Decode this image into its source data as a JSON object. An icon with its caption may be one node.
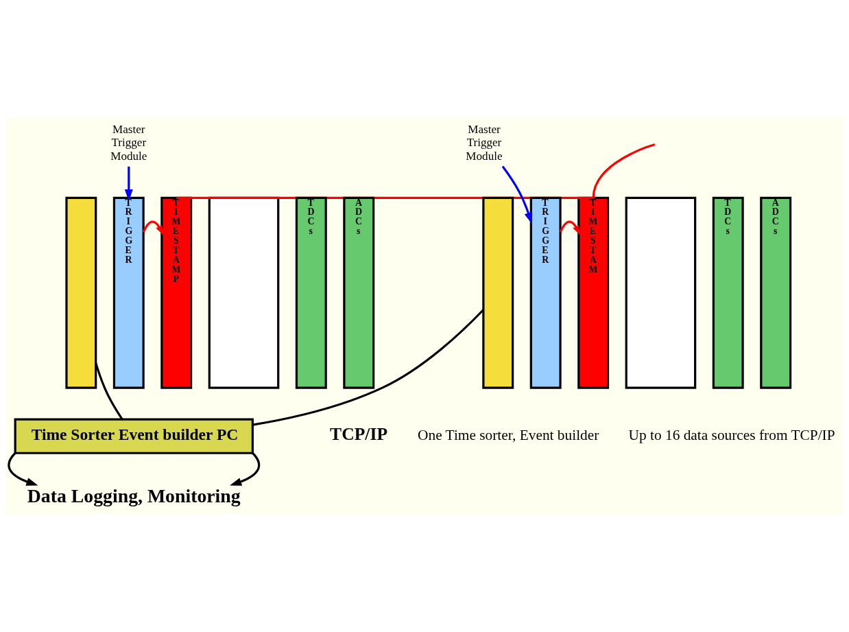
{
  "diagram": {
    "nodes": [
      {
        "text": [
          "Master Trigger Module"
        ]
      },
      {
        "text": [],
        "shape": "box"
      },
      {
        "text": [
          "TRIGGER"
        ]
      },
      {
        "text": [
          "TIMESTAMP"
        ]
      },
      {
        "text": [],
        "shape": "box"
      },
      {
        "text": [
          "TDCs"
        ]
      },
      {
        "text": [
          "ADCs"
        ]
      },
      {
        "text": [
          "Master Trigger Module"
        ]
      },
      {
        "text": [],
        "shape": "box"
      },
      {
        "text": [
          "TRIGGER"
        ]
      },
      {
        "text": [
          "TIMESTAM"
        ]
      },
      {
        "text": [],
        "shape": "box"
      },
      {
        "text": [
          "TDCs"
        ]
      },
      {
        "text": [
          "ADCs"
        ]
      },
      {
        "text": [
          "Time Sorter Event builder PC"
        ]
      },
      {
        "text": [
          "Data Logging, Monitoring"
        ]
      }
    ],
    "edges": [
      {
        "from": 0,
        "to": 2,
        "arrow": "to",
        "color": "#0000ff"
      },
      {
        "from": 2,
        "to": 3,
        "arrow": "to",
        "color": "#ff0000"
      },
      {
        "from": 3,
        "to": 10,
        "arrow": "none",
        "color": "#ff0000"
      },
      {
        "from": 10,
        "to": null,
        "arrow": "none",
        "color": "#ff0000"
      },
      {
        "from": 7,
        "to": 9,
        "arrow": "to",
        "color": "#0000ff"
      },
      {
        "from": 9,
        "to": 10,
        "arrow": "to",
        "color": "#ff0000"
      },
      {
        "from": 1,
        "to": 14,
        "arrow": "none",
        "color": "#000000"
      },
      {
        "from": 8,
        "to": 14,
        "arrow": "none",
        "color": "#000000"
      },
      {
        "from": 14,
        "to": 15,
        "arrow": "to",
        "color": "#000000"
      },
      {
        "from": 14,
        "to": 15,
        "arrow": "to",
        "color": "#000000"
      }
    ],
    "labels": [
      "TCP/IP",
      "One Time sorter, Event builder",
      "Up to 16 data sources from TCP/IP"
    ]
  }
}
